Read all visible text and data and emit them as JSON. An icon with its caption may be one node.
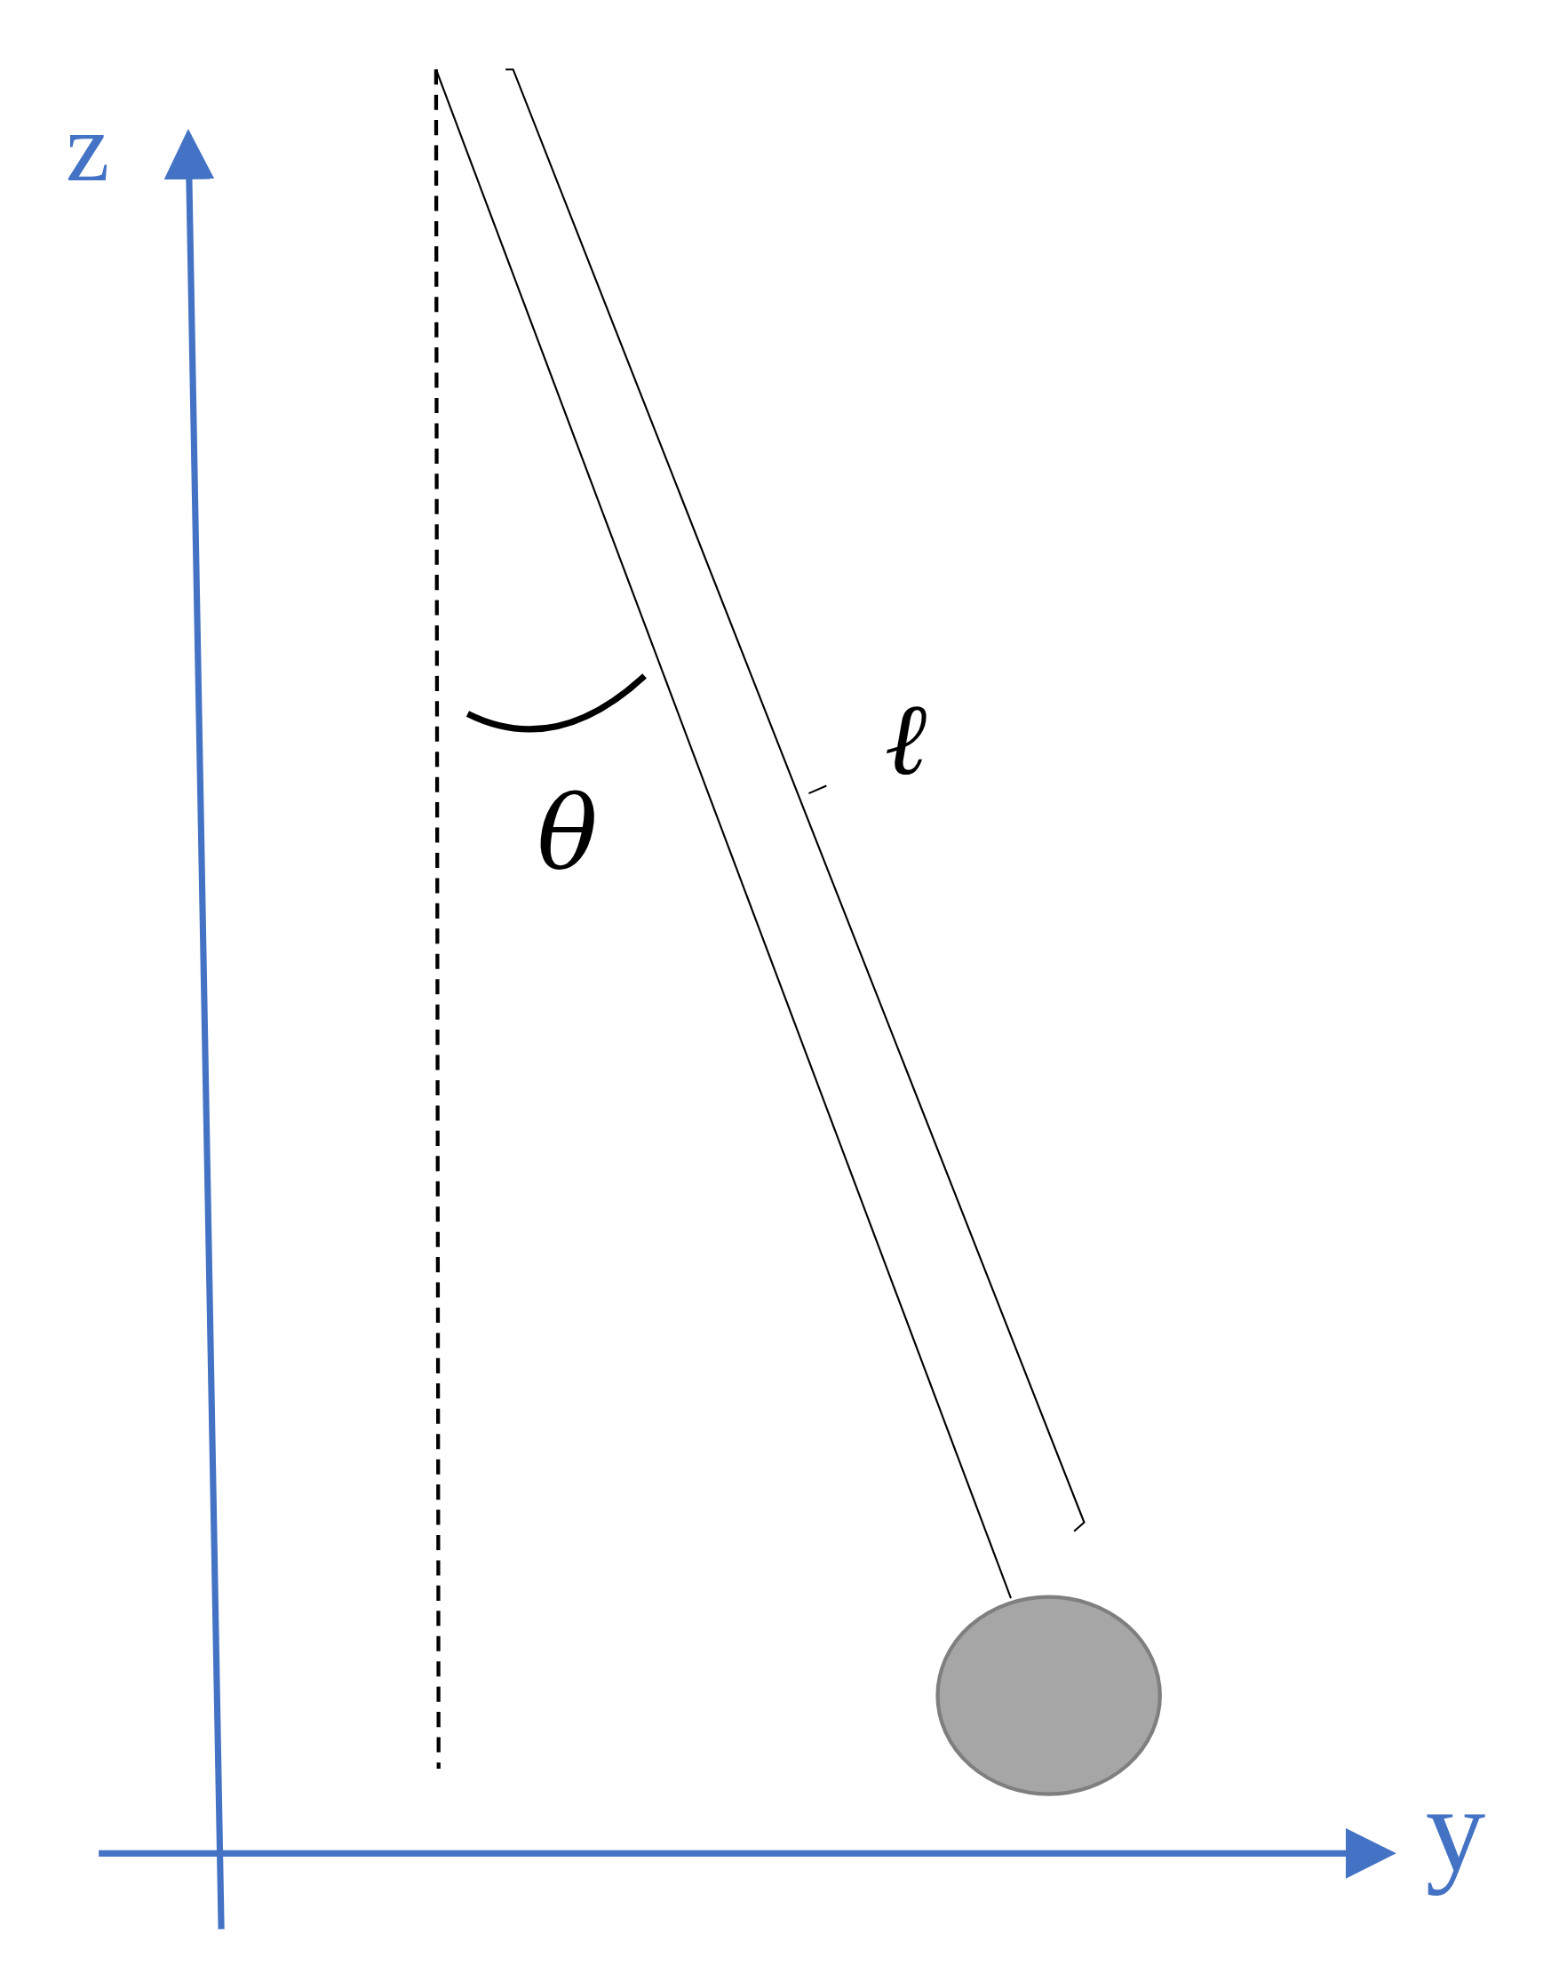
{
  "diagram": {
    "nodes": [
      {
        "text": [],
        "shape": "circle"
      }
    ],
    "labels": [
      "z",
      "ℓ",
      "θ",
      "y"
    ]
  }
}
